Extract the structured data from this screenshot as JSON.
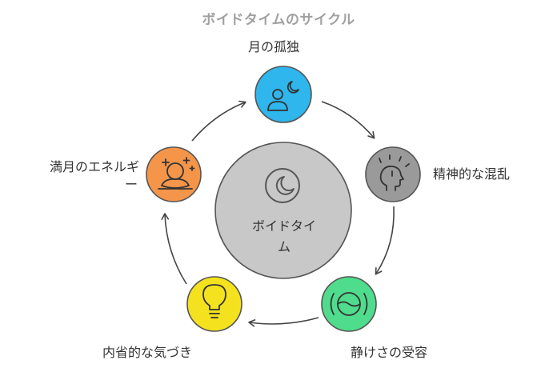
{
  "title": "ボイドタイムのサイクル",
  "center": {
    "label_line1": "ボイドタイ",
    "label_line2": "ム",
    "icon": "crescent-moon-icon"
  },
  "nodes": [
    {
      "id": "lunar-isolation",
      "label": "月の孤独",
      "icon": "person-moon-icon",
      "color": "#2fb6ec"
    },
    {
      "id": "mental-confusion",
      "label": "精神的な混乱",
      "icon": "stressed-head-icon",
      "color": "#9a9a9a"
    },
    {
      "id": "acceptance-of-stillness",
      "label": "静けさの受容",
      "icon": "calm-wave-icon",
      "color": "#4fdc8c"
    },
    {
      "id": "introspective-awareness",
      "label": "内省的な気づき",
      "icon": "lightbulb-icon",
      "color": "#f4e21e"
    },
    {
      "id": "full-moon-energy",
      "label_line1": "満月のエネルギ",
      "label_line2": "ー",
      "icon": "meditation-sparkle-icon",
      "color": "#f4954a"
    }
  ]
}
